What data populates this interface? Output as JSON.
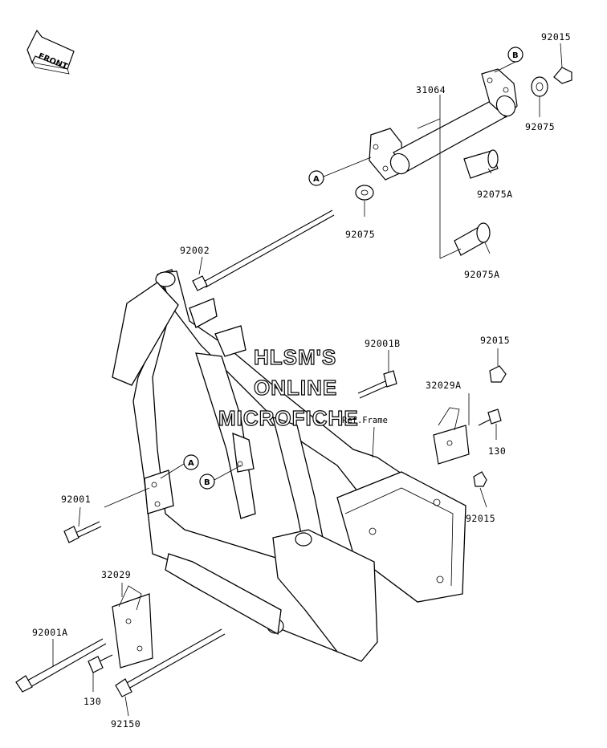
{
  "orientation": {
    "label": "FRONT"
  },
  "watermark": {
    "line1": "HLSM'S",
    "line2": "ONLINE",
    "line3": "MICROFICHE"
  },
  "reference": {
    "label": "Ref.Frame"
  },
  "callouts": {
    "a": "A",
    "b": "B"
  },
  "parts": {
    "p92015_top": "92015",
    "p31064": "31064",
    "p92075_right": "92075",
    "p92075A_upper": "92075A",
    "p92075_left": "92075",
    "p92075A_lower": "92075A",
    "p92002": "92002",
    "p92001B": "92001B",
    "p92015_mid": "92015",
    "p32029A": "32029A",
    "p130_right": "130",
    "p92015_low": "92015",
    "p92001": "92001",
    "p32029": "32029",
    "p92001A": "92001A",
    "p130_left": "130",
    "p92150": "92150"
  }
}
